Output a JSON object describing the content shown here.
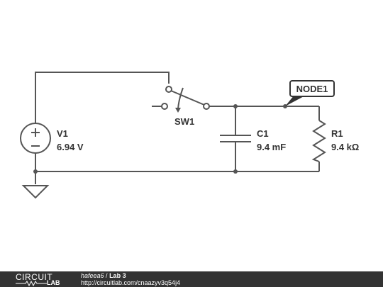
{
  "circuit": {
    "source": {
      "name": "V1",
      "value": "6.94 V"
    },
    "switch": {
      "name": "SW1"
    },
    "capacitor": {
      "name": "C1",
      "value": "9.4 mF"
    },
    "resistor": {
      "name": "R1",
      "value": "9.4 kΩ"
    },
    "node_label": "NODE1"
  },
  "footer": {
    "logo_top": "CIRCUIT",
    "logo_bottom": "LAB",
    "user": "hafeea6",
    "separator": " / ",
    "title": "Lab 3",
    "url": "http://circuitlab.com/cnaazyv3q54j4"
  },
  "colors": {
    "wire": "#555555",
    "text": "#333333",
    "footer_bg": "#333333"
  }
}
